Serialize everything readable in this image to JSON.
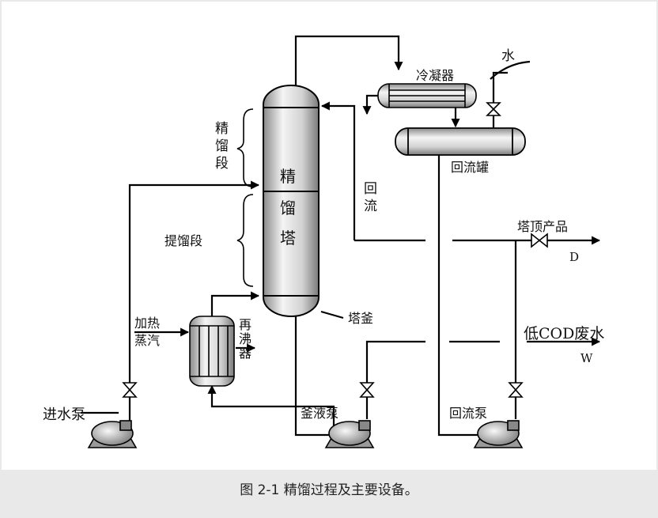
{
  "labels": {
    "water": "水",
    "condenser": "冷凝器",
    "rect_section": [
      "精",
      "馏",
      "段"
    ],
    "column": [
      "精",
      "馏",
      "塔"
    ],
    "reflux": [
      "回",
      "流"
    ],
    "reflux_drum": "回流罐",
    "strip_section": "提馏段",
    "top_product": "塔顶产品",
    "top_product_code": "D",
    "reboiler": [
      "再",
      "沸",
      "器"
    ],
    "heating_steam": [
      "加热",
      "蒸汽"
    ],
    "kettle": "塔釜",
    "low_cod": "低COD废水",
    "waste_code": "W",
    "feed_pump": "进水泵",
    "kettle_pump": "釜液泵",
    "reflux_pump": "回流泵"
  },
  "caption": "图 2-1  精馏过程及主要设备。"
}
